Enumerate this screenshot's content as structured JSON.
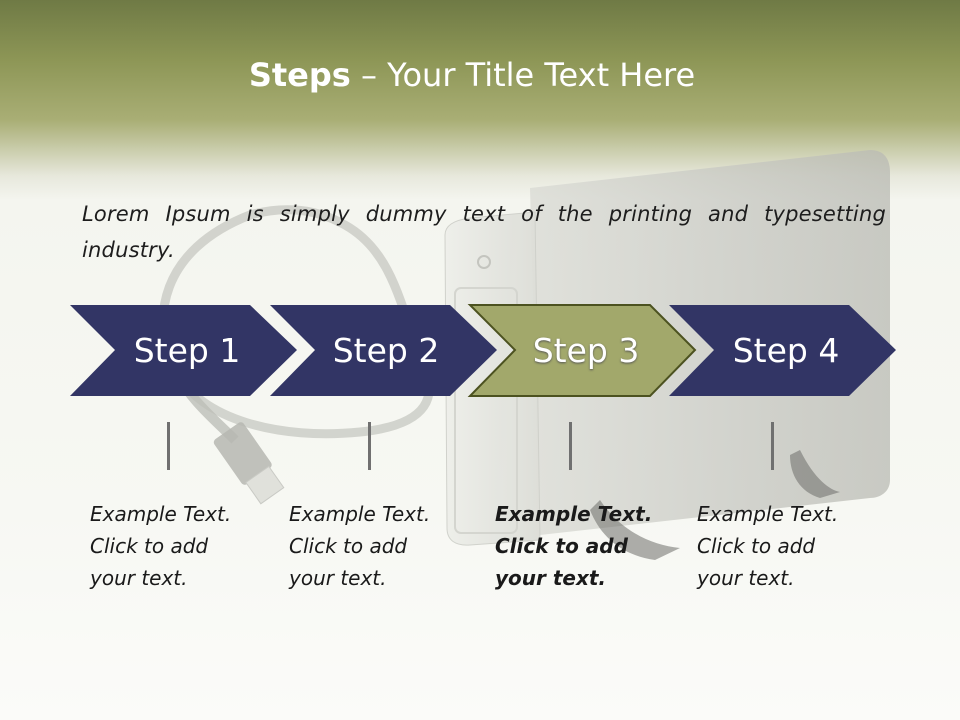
{
  "slide": {
    "title_strong": "Steps",
    "title_rest": "– Your Title Text Here",
    "intro": "Lorem Ipsum is simply dummy text of the printing and typesetting industry."
  },
  "colors": {
    "step_fill": "#323565",
    "step_active_fill": "#a2a86b",
    "step_active_stroke": "#4c5220",
    "header_green": "#8d9656"
  },
  "steps": [
    {
      "label": "Step 1",
      "active": false,
      "text": [
        "Example Text.",
        "Click  to add",
        "your text."
      ]
    },
    {
      "label": "Step 2",
      "active": false,
      "text": [
        "Example Text.",
        "Click  to add",
        "your text."
      ]
    },
    {
      "label": "Step 3",
      "active": true,
      "text": [
        "Example Text.",
        "Click  to add",
        "your text."
      ]
    },
    {
      "label": "Step 4",
      "active": false,
      "text": [
        "Example Text.",
        "Click  to add",
        "your text."
      ]
    }
  ]
}
